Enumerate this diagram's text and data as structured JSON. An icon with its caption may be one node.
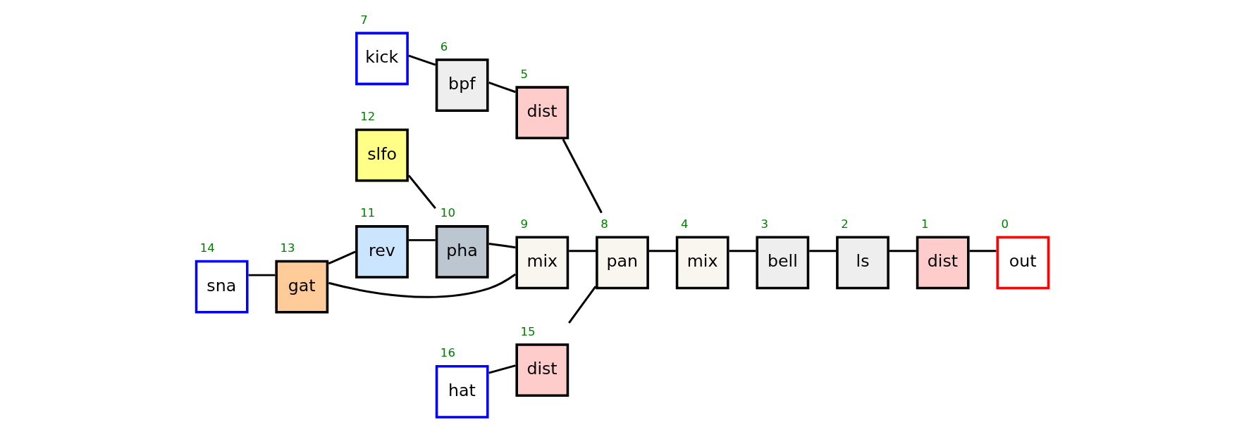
{
  "diagram": {
    "nodes": [
      {
        "text": [
          "kick"
        ],
        "beside": [
          "7"
        ]
      },
      {
        "text": [
          "bpf"
        ],
        "beside": [
          "6"
        ]
      },
      {
        "text": [
          "dist"
        ],
        "beside": [
          "5"
        ]
      },
      {
        "text": [
          "sna"
        ],
        "beside": [
          "14"
        ]
      },
      {
        "text": [
          "gat"
        ],
        "beside": [
          "13"
        ]
      },
      {
        "text": [
          "rev"
        ],
        "beside": [
          "11"
        ]
      },
      {
        "text": [
          "pha"
        ],
        "beside": [
          "10"
        ]
      },
      {
        "text": [
          "slfo"
        ],
        "beside": [
          "12"
        ]
      },
      {
        "text": [
          "mix"
        ],
        "beside": [
          "9"
        ]
      },
      {
        "text": [
          "pan"
        ],
        "beside": [
          "8"
        ]
      },
      {
        "text": [
          "mix"
        ],
        "beside": [
          "4"
        ]
      },
      {
        "text": [
          "bell"
        ],
        "beside": [
          "3"
        ]
      },
      {
        "text": [
          "ls"
        ],
        "beside": [
          "2"
        ]
      },
      {
        "text": [
          "dist"
        ],
        "beside": [
          "1"
        ]
      },
      {
        "text": [
          "out"
        ],
        "beside": [
          "0"
        ]
      },
      {
        "text": [
          "hat"
        ],
        "beside": [
          "16"
        ]
      },
      {
        "text": [
          "dist"
        ],
        "beside": [
          "15"
        ]
      }
    ],
    "edges": [
      {
        "from": 0,
        "to": 1,
        "arrow": "none"
      },
      {
        "from": 1,
        "to": 2,
        "arrow": "none"
      },
      {
        "from": 2,
        "to": 9,
        "arrow": "none"
      },
      {
        "from": 3,
        "to": 4,
        "arrow": "none"
      },
      {
        "from": 4,
        "to": 8,
        "arrow": "none"
      },
      {
        "from": 4,
        "to": 5,
        "arrow": "none"
      },
      {
        "from": 5,
        "to": 6,
        "arrow": "none"
      },
      {
        "from": 7,
        "to": 6,
        "arrow": "none"
      },
      {
        "from": 6,
        "to": 8,
        "arrow": "none"
      },
      {
        "from": 8,
        "to": 9,
        "arrow": "none"
      },
      {
        "from": 16,
        "to": 9,
        "arrow": "none"
      },
      {
        "from": 9,
        "to": 10,
        "arrow": "none"
      },
      {
        "from": 10,
        "to": 11,
        "arrow": "none"
      },
      {
        "from": 11,
        "to": 12,
        "arrow": "none"
      },
      {
        "from": 12,
        "to": 13,
        "arrow": "none"
      },
      {
        "from": 13,
        "to": 14,
        "arrow": "none"
      },
      {
        "from": 15,
        "to": 16,
        "arrow": "none"
      }
    ]
  }
}
